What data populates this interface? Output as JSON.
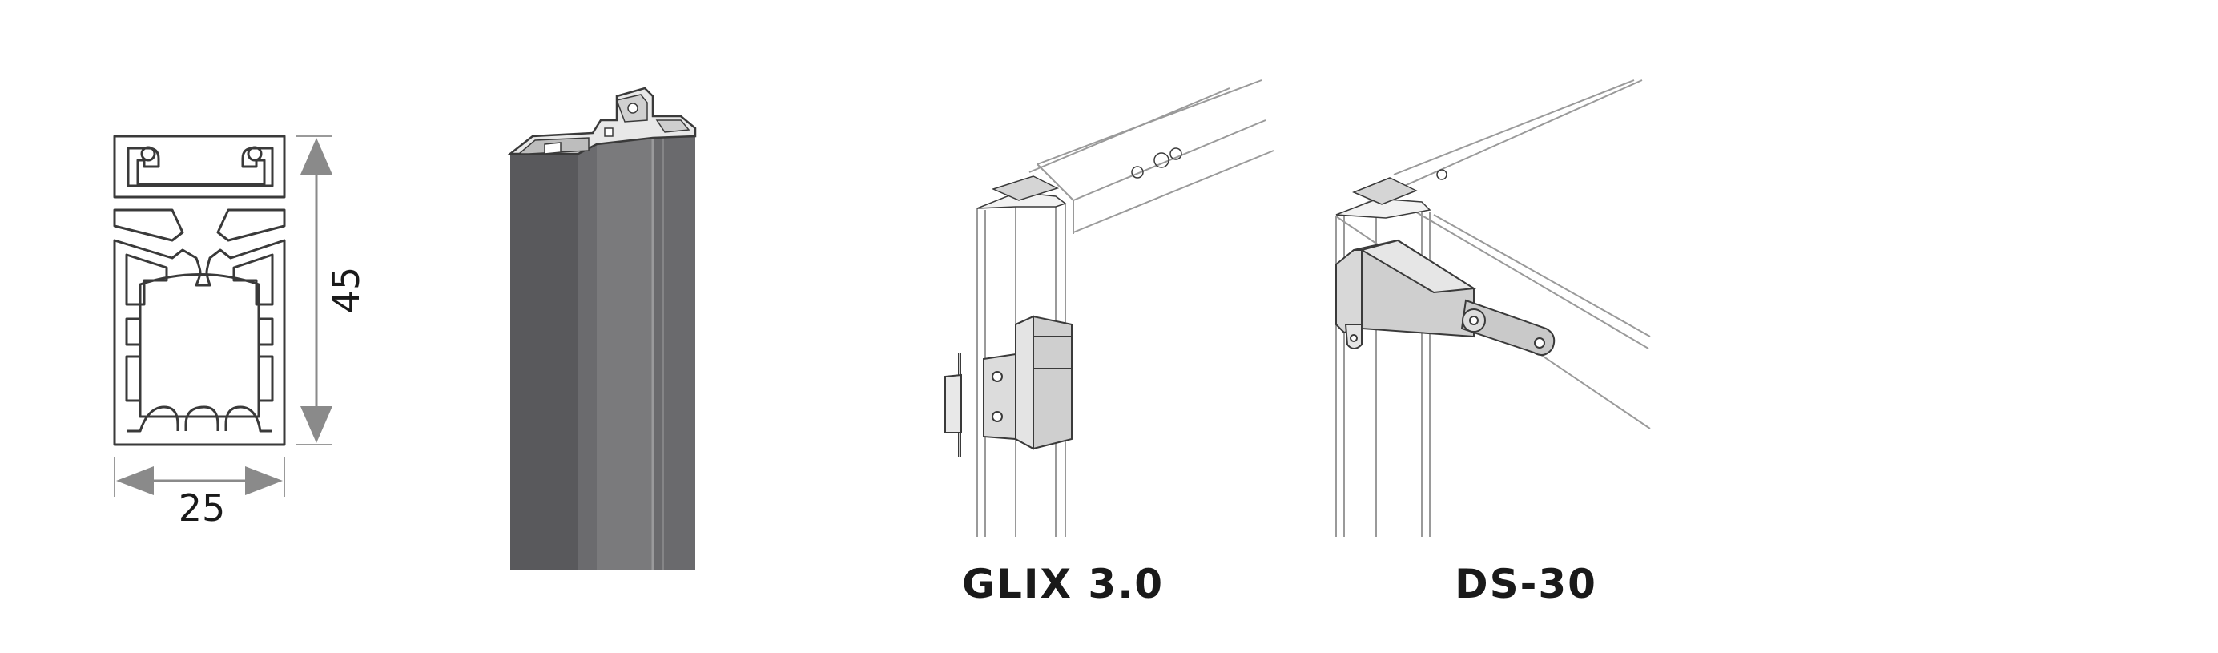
{
  "profile_section": {
    "dimensions": {
      "height": "45",
      "width": "25"
    }
  },
  "products": [
    {
      "label": "GLIX 3.0"
    },
    {
      "label": "DS-30"
    }
  ],
  "colors": {
    "line": "#3a3a3a",
    "arrow_gray": "#8a8a8a",
    "profile_dark": "#555558",
    "profile_mid": "#6e6e70",
    "hinge_fill": "#cfcfcf",
    "thin_line": "#9a9a9a"
  }
}
